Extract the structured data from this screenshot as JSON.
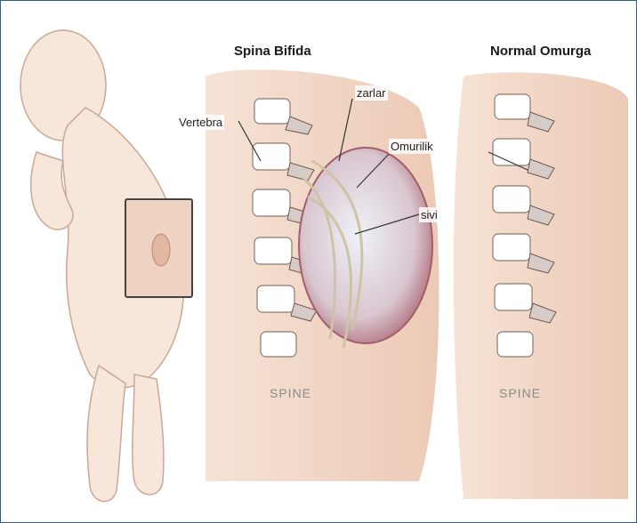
{
  "titles": {
    "spina_bifida": "Spina Bifida",
    "normal_spine": "Normal Omurga"
  },
  "labels": {
    "vertebra": "Vertebra",
    "zarlar": "zarlar",
    "omurilik": "Omurilik",
    "sivi": "sivi",
    "spine_left": "SPINE",
    "spine_right": "SPINE"
  },
  "colors": {
    "frame": "#2f5f8f",
    "skin": "#f3d9c8",
    "skin_dark": "#e8c3ad",
    "sac": "#c98a94",
    "fluid": "#e9eef6",
    "bone": "#ffffff",
    "outline": "#9a7f72"
  }
}
